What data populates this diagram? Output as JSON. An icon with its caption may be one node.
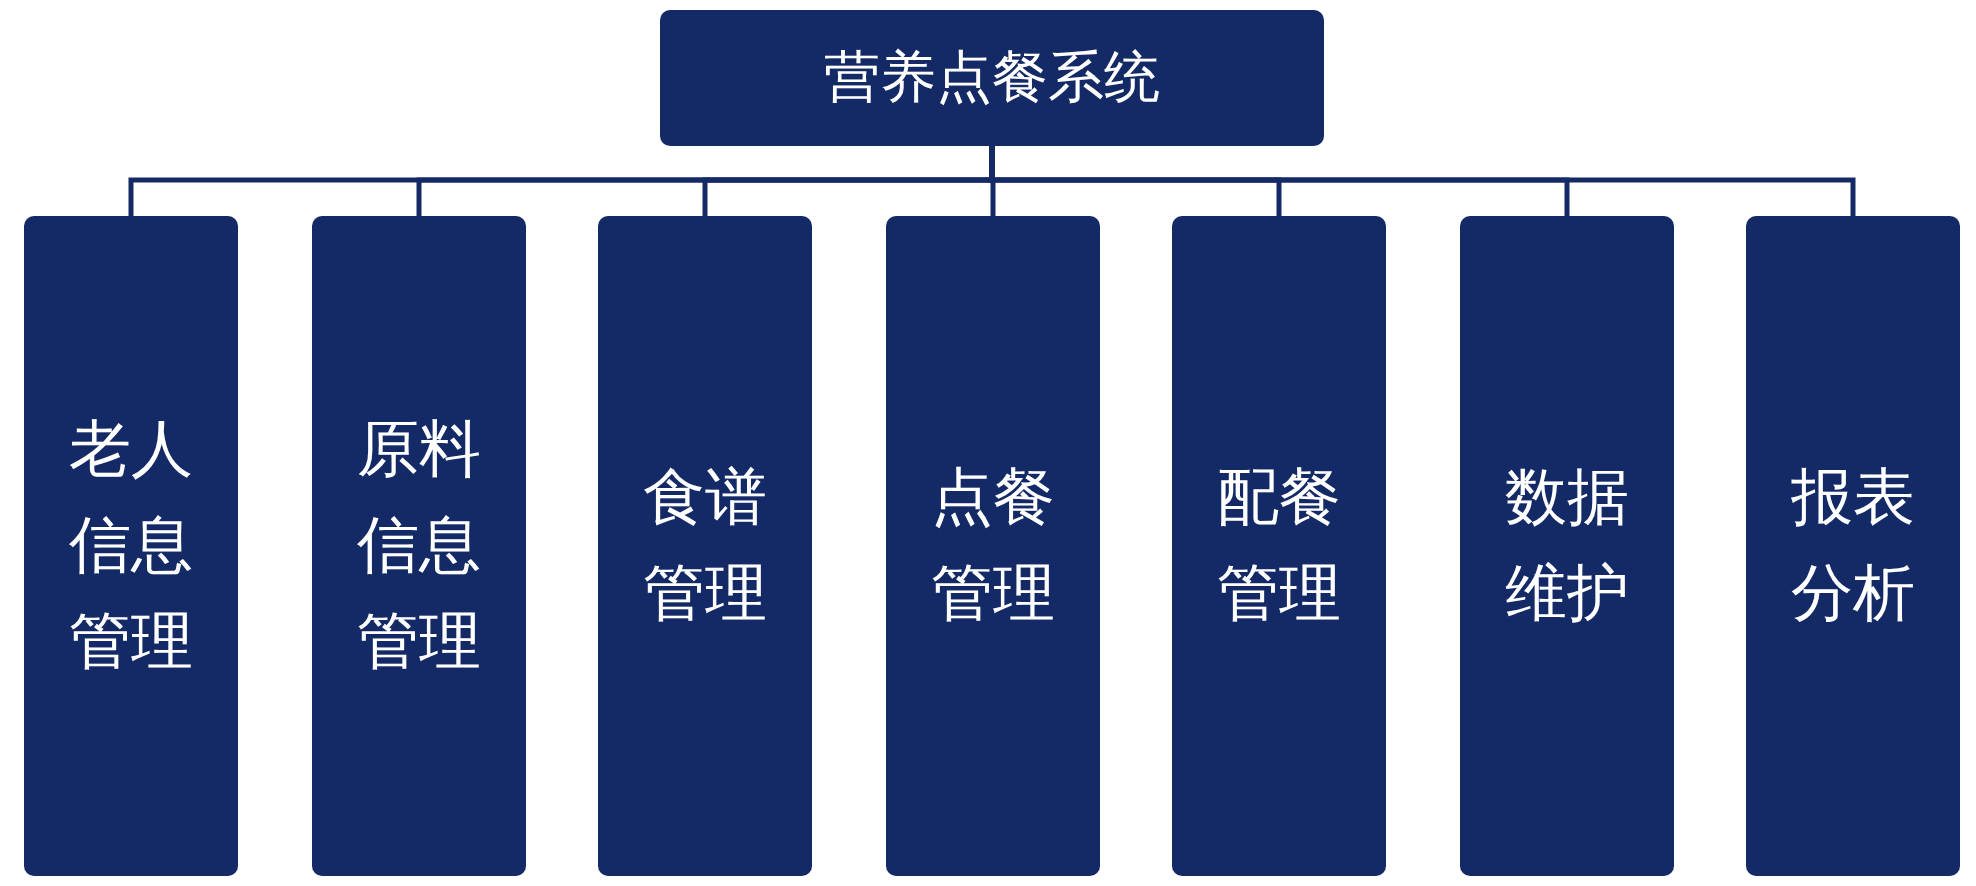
{
  "diagram": {
    "nodes": [
      {
        "text": [
          "营养点餐系统"
        ]
      },
      {
        "text": [
          "老人信息管理"
        ]
      },
      {
        "text": [
          "原料信息管理"
        ]
      },
      {
        "text": [
          "食谱管理"
        ]
      },
      {
        "text": [
          "点餐管理"
        ]
      },
      {
        "text": [
          "配餐管理"
        ]
      },
      {
        "text": [
          "数据维护"
        ]
      },
      {
        "text": [
          "报表分析"
        ]
      }
    ],
    "edges": [
      {
        "from": 0,
        "to": 1,
        "arrow": "none"
      },
      {
        "from": 0,
        "to": 2,
        "arrow": "none"
      },
      {
        "from": 0,
        "to": 3,
        "arrow": "none"
      },
      {
        "from": 0,
        "to": 4,
        "arrow": "none"
      },
      {
        "from": 0,
        "to": 5,
        "arrow": "none"
      },
      {
        "from": 0,
        "to": 6,
        "arrow": "none"
      },
      {
        "from": 0,
        "to": 7,
        "arrow": "none"
      }
    ]
  }
}
